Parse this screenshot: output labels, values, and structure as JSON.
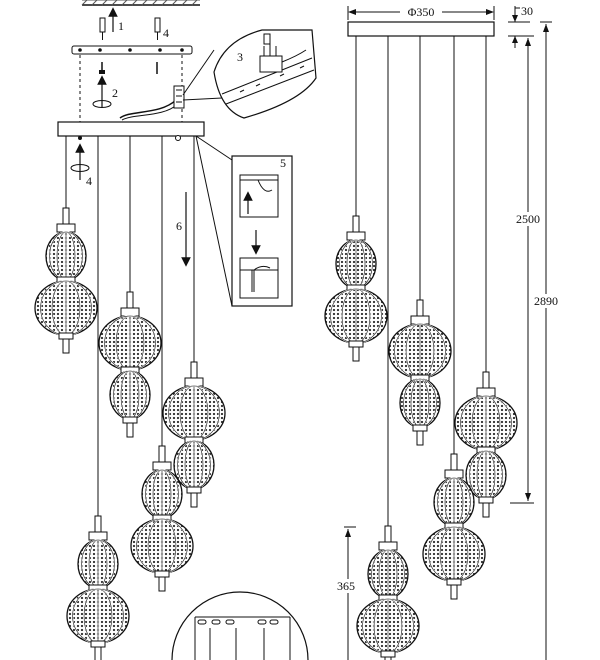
{
  "steps": {
    "s1": "1",
    "s2": "2",
    "s3": "3",
    "s4a": "4",
    "s4b": "4",
    "s5": "5",
    "s6": "6"
  },
  "dimensions": {
    "diameter": "Φ350",
    "canopy_height": "30",
    "min_drop": "2500",
    "max_drop": "2890",
    "pendant_height": "365"
  }
}
